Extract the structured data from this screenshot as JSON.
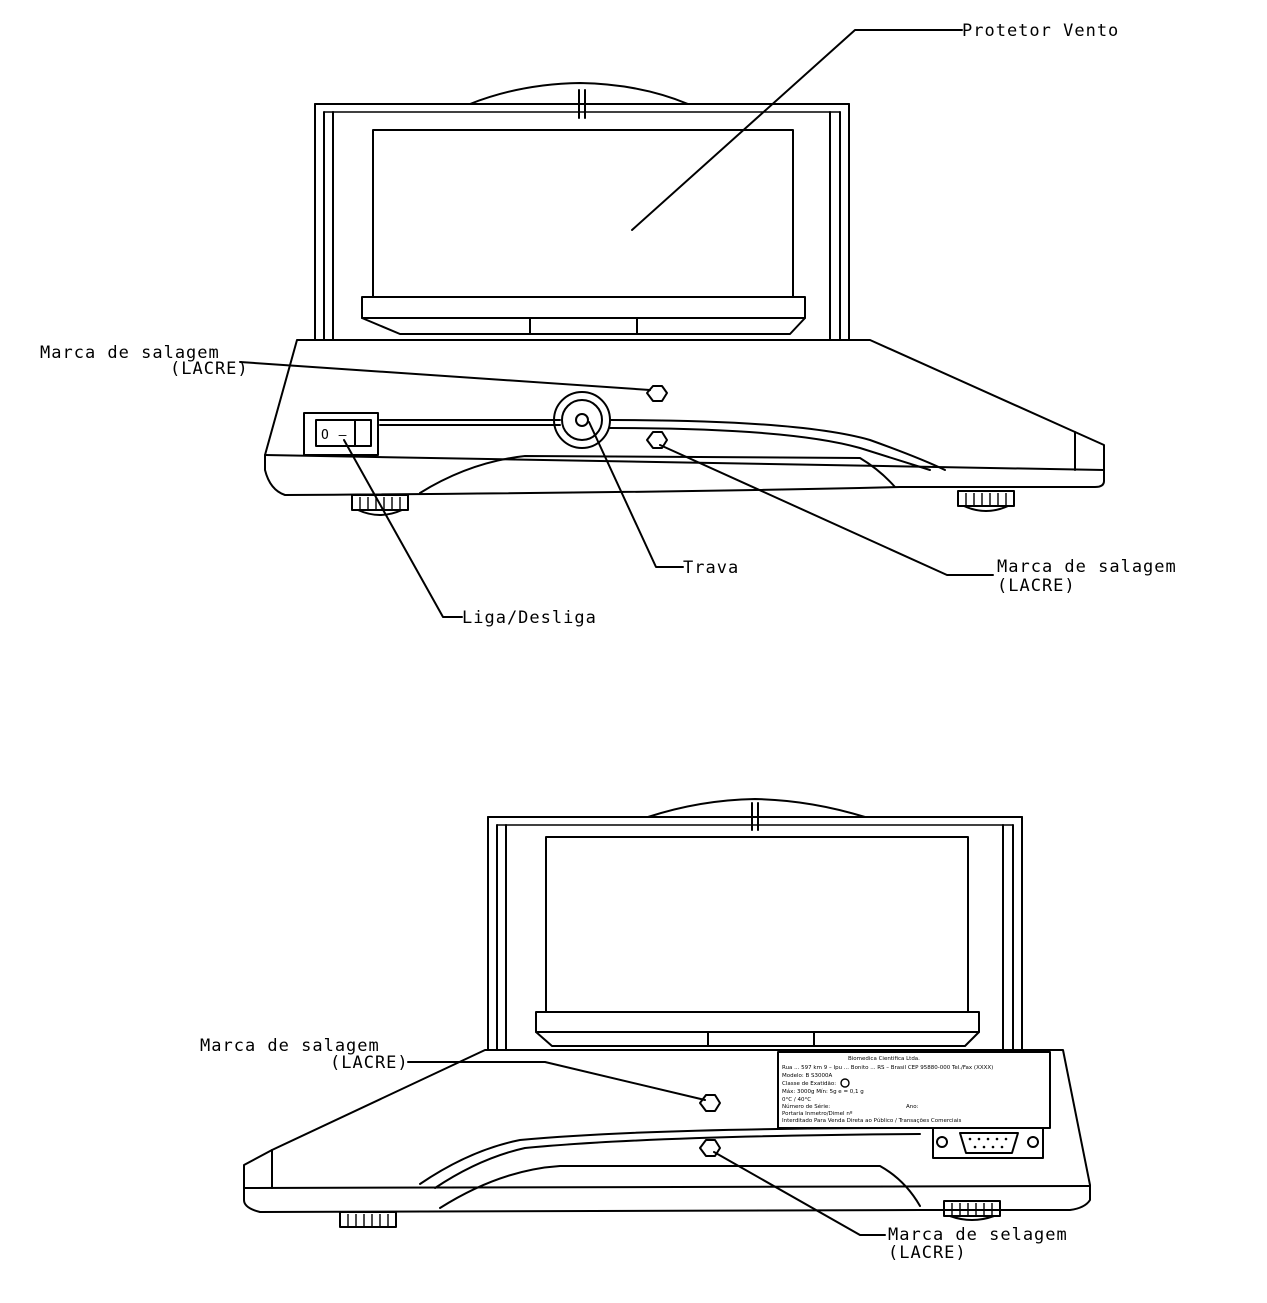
{
  "top_view": {
    "labels": {
      "wind_shield": "Protetor Vento",
      "seal_left_line1": "Marca de salagem",
      "seal_left_line2": "(LACRE)",
      "lock": "Trava",
      "seal_right_line1": "Marca de salagem",
      "seal_right_line2": "(LACRE)",
      "power": "Liga/Desliga"
    },
    "switch_symbols": "O –"
  },
  "bottom_view": {
    "labels": {
      "seal_upper_line1": "Marca de salagem",
      "seal_upper_line2": "(LACRE)",
      "seal_lower_line1": "Marca de selagem",
      "seal_lower_line2": "(LACRE)"
    },
    "nameplate": {
      "company": "Biomedica Cientifica Ltda.",
      "address": "Rua ... 597 km 9 – Ipu ... Bonito ... RS – Brasil  CEP 95880-000  Tel./Fax (XXXX)",
      "model": "Modelo: B S3000A",
      "class": "Classe de Exatidão:",
      "capacity": "Máx: 3000g  Mín: 5g  e = 0,1 g",
      "temp": "0°C / 40°C",
      "serial": "Número de Série:",
      "year": "Ano:",
      "portaria": "Portaria Inmetro/Dimel nº",
      "notice": "Interditado Para Venda Direta ao Público / Transações Comerciais"
    }
  }
}
